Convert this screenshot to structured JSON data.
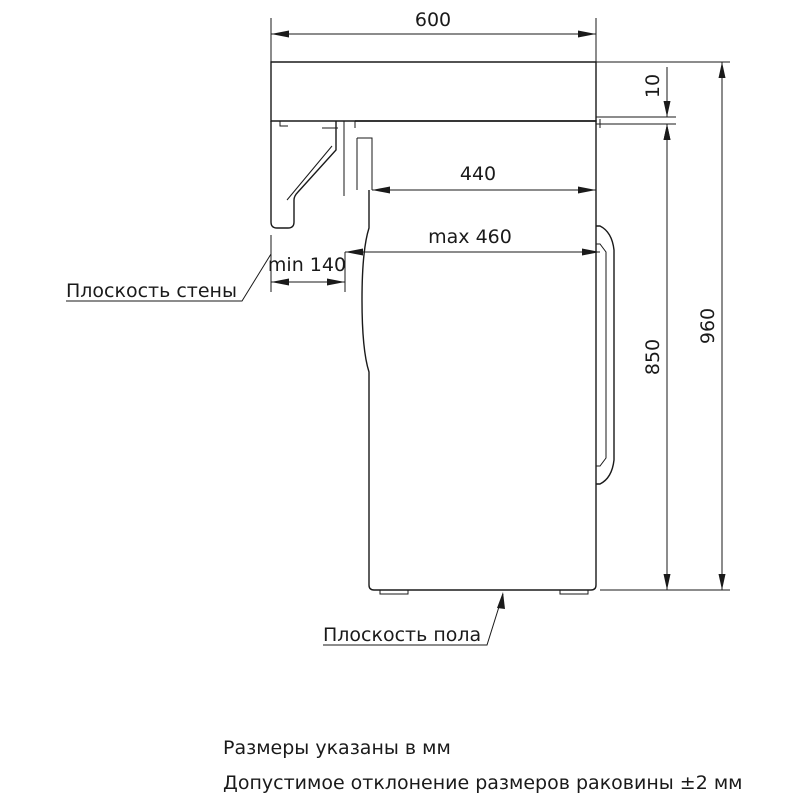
{
  "dimensions": {
    "sink_width": "600",
    "sink_thickness": "10",
    "machine_depth": "440",
    "machine_max_depth": "max 460",
    "wall_gap": "min 140",
    "machine_height": "850",
    "total_height": "960"
  },
  "labels": {
    "wall_plane": "Плоскость стены",
    "floor_plane": "Плоскость пола"
  },
  "notes": {
    "units": "Размеры указаны в мм",
    "tolerance": "Допустимое отклонение размеров раковины ±2 мм"
  }
}
